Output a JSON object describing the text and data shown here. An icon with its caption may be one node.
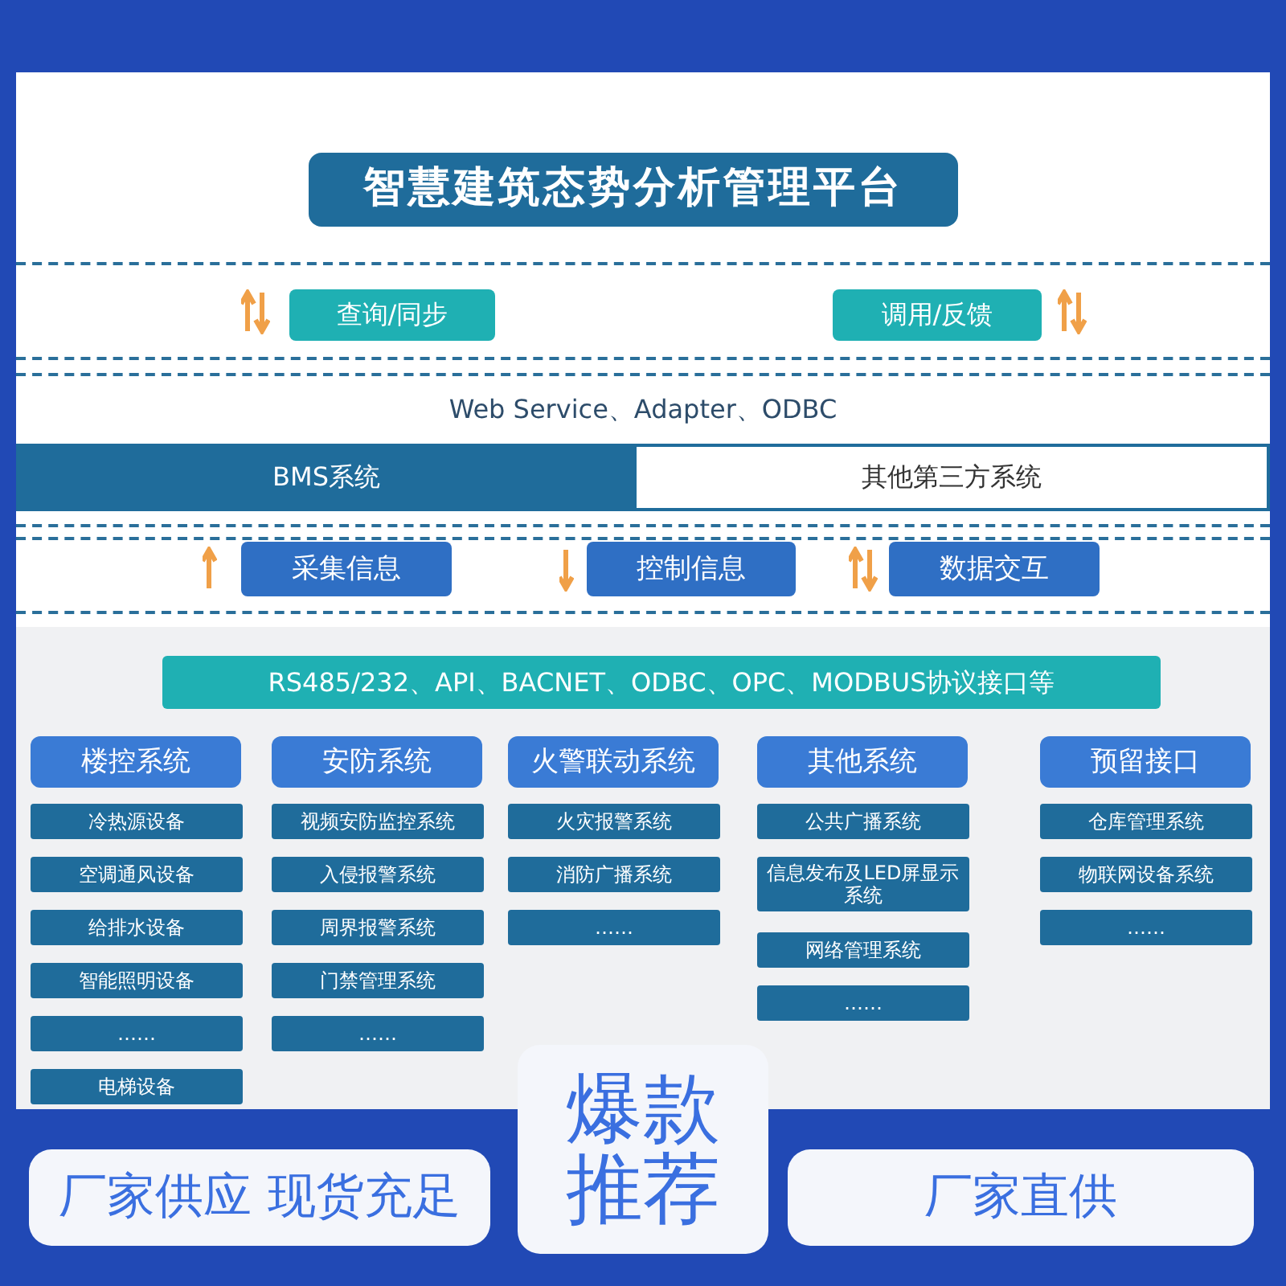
{
  "diagram": {
    "nodes": [
      {
        "text": [
          "智慧建筑态势分析管理平台"
        ]
      },
      {
        "text": [
          "查询/同步"
        ]
      },
      {
        "text": [
          "调用/反馈"
        ]
      },
      {
        "text": [
          "Web Service、Adapter、ODBC"
        ]
      },
      {
        "text": [
          "BMS系统"
        ]
      },
      {
        "text": [
          "其他第三方系统"
        ]
      },
      {
        "text": [
          "采集信息"
        ]
      },
      {
        "text": [
          "控制信息"
        ]
      },
      {
        "text": [
          "数据交互"
        ]
      },
      {
        "text": [
          "RS485/232、API、BACNET、ODBC、OPC、MODBUS协议接口等"
        ]
      },
      {
        "text": [
          "楼控系统"
        ]
      },
      {
        "text": [
          "冷热源设备"
        ]
      },
      {
        "text": [
          "空调通风设备"
        ]
      },
      {
        "text": [
          "给排水设备"
        ]
      },
      {
        "text": [
          "智能照明设备"
        ]
      },
      {
        "text": [
          "……"
        ]
      },
      {
        "text": [
          "电梯设备"
        ]
      },
      {
        "text": [
          "安防系统"
        ]
      },
      {
        "text": [
          "视频安防监控系统"
        ]
      },
      {
        "text": [
          "入侵报警系统"
        ]
      },
      {
        "text": [
          "周界报警系统"
        ]
      },
      {
        "text": [
          "门禁管理系统"
        ]
      },
      {
        "text": [
          "……"
        ]
      },
      {
        "text": [
          "火警联动系统"
        ]
      },
      {
        "text": [
          "火灾报警系统"
        ]
      },
      {
        "text": [
          "消防广播系统"
        ]
      },
      {
        "text": [
          "……"
        ]
      },
      {
        "text": [
          "其他系统"
        ]
      },
      {
        "text": [
          "公共广播系统"
        ]
      },
      {
        "text": [
          "信息发布及LED屏显示系统"
        ]
      },
      {
        "text": [
          "网络管理系统"
        ]
      },
      {
        "text": [
          "……"
        ]
      },
      {
        "text": [
          "预留接口"
        ]
      },
      {
        "text": [
          "仓库管理系统"
        ]
      },
      {
        "text": [
          "物联网设备系统"
        ]
      },
      {
        "text": [
          "……"
        ]
      }
    ],
    "labels": [
      "厂家供应 现货充足",
      "爆款推荐",
      "厂家直供"
    ]
  }
}
